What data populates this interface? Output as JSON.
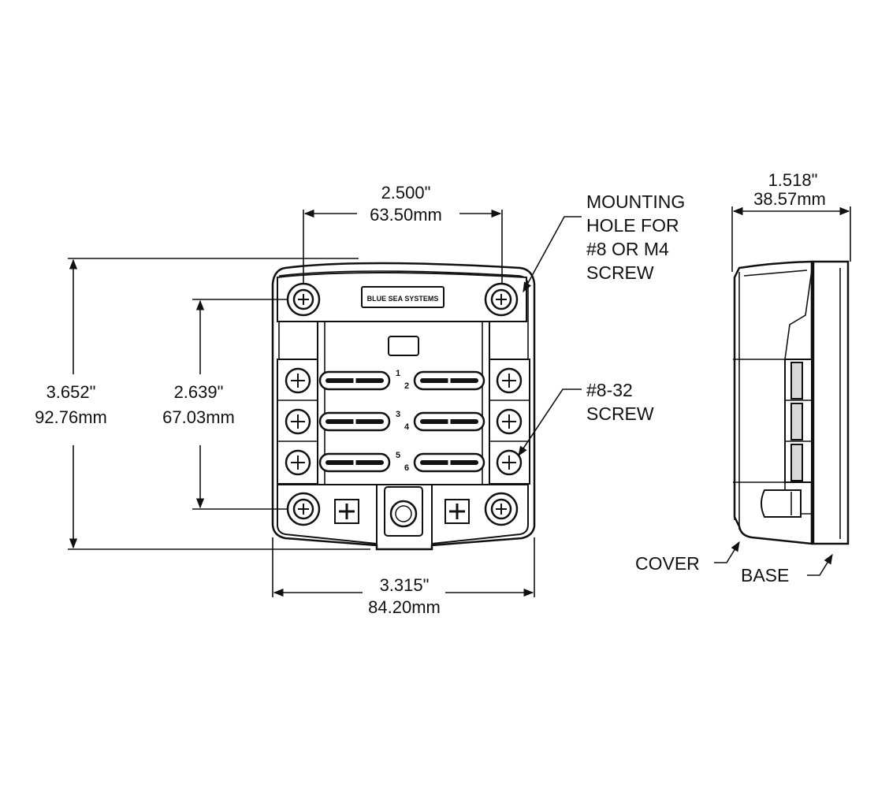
{
  "dimensions": {
    "top_width": {
      "inch": "2.500\"",
      "mm": "63.50mm"
    },
    "overall_height": {
      "inch": "3.652\"",
      "mm": "92.76mm"
    },
    "hole_spacing": {
      "inch": "2.639\"",
      "mm": "67.03mm"
    },
    "overall_width": {
      "inch": "3.315\"",
      "mm": "84.20mm"
    },
    "depth": {
      "inch": "1.518\"",
      "mm": "38.57mm"
    }
  },
  "labels": {
    "mounting_hole": [
      "MOUNTING",
      "HOLE FOR",
      "#8 OR M4",
      "SCREW"
    ],
    "screw": [
      "#8-32",
      "SCREW"
    ],
    "cover": "COVER",
    "base": "BASE"
  },
  "circuit_numbers": [
    "1",
    "2",
    "3",
    "4",
    "5",
    "6"
  ],
  "logo": "BLUE SEA SYSTEMS"
}
